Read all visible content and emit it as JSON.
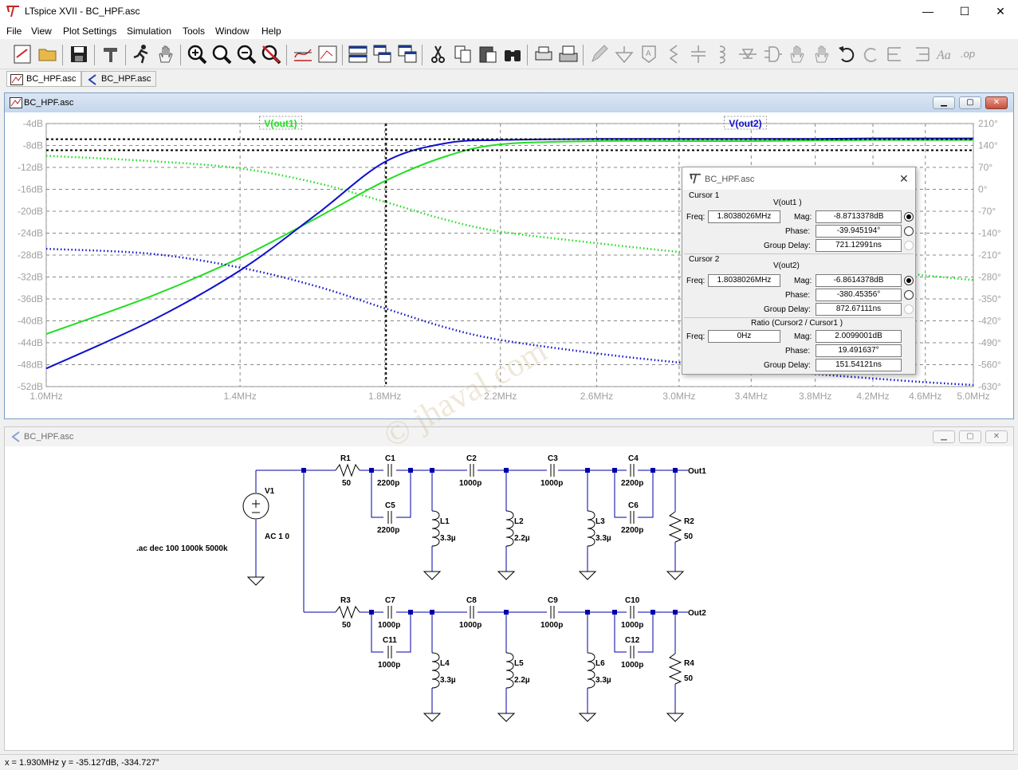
{
  "window": {
    "title": "LTspice XVII - BC_HPF.asc",
    "minimize": "—",
    "maximize": "☐",
    "close": "✕"
  },
  "menu": [
    "File",
    "View",
    "Plot Settings",
    "Simulation",
    "Tools",
    "Window",
    "Help"
  ],
  "tabs": [
    {
      "label": "BC_HPF.asc",
      "icon": "waveform-icon"
    },
    {
      "label": "BC_HPF.asc",
      "icon": "schematic-icon"
    }
  ],
  "plot_window": {
    "title": "BC_HPF.asc"
  },
  "schematic_window": {
    "title": "BC_HPF.asc"
  },
  "chart_data": {
    "type": "line",
    "x_ticks": [
      "1.0MHz",
      "1.4MHz",
      "1.8MHz",
      "2.2MHz",
      "2.6MHz",
      "3.0MHz",
      "3.4MHz",
      "3.8MHz",
      "4.2MHz",
      "4.6MHz",
      "5.0MHz"
    ],
    "x_range_mhz": [
      1.0,
      5.0
    ],
    "y_left_ticks": [
      "-4dB",
      "-8dB",
      "-12dB",
      "-16dB",
      "-20dB",
      "-24dB",
      "-28dB",
      "-32dB",
      "-36dB",
      "-40dB",
      "-44dB",
      "-48dB",
      "-52dB"
    ],
    "y_left_range_db": [
      -52,
      -4
    ],
    "y_right_ticks": [
      "210°",
      "140°",
      "70°",
      "0°",
      "-70°",
      "-140°",
      "-210°",
      "-280°",
      "-350°",
      "-420°",
      "-490°",
      "-560°",
      "-630°"
    ],
    "y_right_range_deg": [
      -630,
      210
    ],
    "grid": true,
    "x_log": true,
    "series": [
      {
        "name": "V(out1)",
        "color": "#22dd22",
        "mag_db": [
          [
            1.0,
            -42.4
          ],
          [
            1.2,
            -35.5
          ],
          [
            1.4,
            -28.5
          ],
          [
            1.6,
            -21.2
          ],
          [
            1.8,
            -14.5
          ],
          [
            2.0,
            -10.0
          ],
          [
            2.2,
            -7.8
          ],
          [
            2.6,
            -7.2
          ],
          [
            3.0,
            -7.2
          ],
          [
            3.4,
            -7.2
          ],
          [
            3.8,
            -7.1
          ],
          [
            4.2,
            -7.0
          ],
          [
            4.6,
            -7.0
          ],
          [
            5.0,
            -7.0
          ]
        ],
        "phase_deg": [
          [
            1.0,
            107
          ],
          [
            1.2,
            90
          ],
          [
            1.4,
            67
          ],
          [
            1.6,
            20
          ],
          [
            1.8,
            -40
          ],
          [
            2.0,
            -97
          ],
          [
            2.2,
            -135
          ],
          [
            2.6,
            -172
          ],
          [
            3.0,
            -200
          ],
          [
            3.4,
            -221
          ],
          [
            3.8,
            -241
          ],
          [
            4.2,
            -259
          ],
          [
            4.6,
            -275
          ],
          [
            5.0,
            -290
          ]
        ]
      },
      {
        "name": "V(out2)",
        "color": "#1010cc",
        "mag_db": [
          [
            1.0,
            -48.7
          ],
          [
            1.2,
            -40.0
          ],
          [
            1.4,
            -30.8
          ],
          [
            1.6,
            -20.5
          ],
          [
            1.8,
            -11.0
          ],
          [
            2.0,
            -7.6
          ],
          [
            2.2,
            -7.0
          ],
          [
            2.6,
            -6.8
          ],
          [
            3.0,
            -6.8
          ],
          [
            3.4,
            -6.8
          ],
          [
            3.8,
            -6.8
          ],
          [
            4.2,
            -6.7
          ],
          [
            4.6,
            -6.7
          ],
          [
            5.0,
            -6.7
          ]
        ],
        "phase_deg": [
          [
            1.0,
            -190
          ],
          [
            1.2,
            -206
          ],
          [
            1.4,
            -250
          ],
          [
            1.6,
            -310
          ],
          [
            1.8,
            -380
          ],
          [
            2.0,
            -441
          ],
          [
            2.2,
            -481
          ],
          [
            2.6,
            -524
          ],
          [
            3.0,
            -553
          ],
          [
            3.4,
            -573
          ],
          [
            3.8,
            -590
          ],
          [
            4.2,
            -604
          ],
          [
            4.6,
            -616
          ],
          [
            5.0,
            -625
          ]
        ]
      }
    ],
    "cursor_x_mhz": 1.8038,
    "cursor_levels_db": [
      -8.87,
      -6.86
    ]
  },
  "cursor_dialog": {
    "title": "BC_HPF.asc",
    "cursor1": {
      "header": "Cursor 1",
      "trace": "V(out1 )",
      "freq": "1.8038026MHz",
      "mag": "-8.8713378dB",
      "phase": "-39.945194°",
      "group_delay": "721.12991ns"
    },
    "cursor2": {
      "header": "Cursor 2",
      "trace": "V(out2)",
      "freq": "1.8038026MHz",
      "mag": "-6.8614378dB",
      "phase": "-380.45356°",
      "group_delay": "872.67111ns"
    },
    "ratio": {
      "header": "Ratio (Cursor2 / Cursor1 )",
      "freq": "0Hz",
      "mag": "2.0099001dB",
      "phase": "19.491637°",
      "group_delay": "151.54121ns"
    },
    "labels": {
      "freq": "Freq:",
      "mag": "Mag:",
      "phase": "Phase:",
      "group_delay": "Group Delay:"
    }
  },
  "watermark": "© jhaval.com",
  "schematic": {
    "directive": ".ac dec 100 1000k 5000k",
    "source": {
      "name": "V1",
      "value": "AC 1 0"
    },
    "nets": [
      "Out1",
      "Out2"
    ],
    "row1": {
      "R1": [
        "R1",
        "50"
      ],
      "C1": [
        "C1",
        "2200p"
      ],
      "C5": [
        "C5",
        "2200p"
      ],
      "L1": [
        "L1",
        "3.3µ"
      ],
      "C2": [
        "C2",
        "1000p"
      ],
      "L2": [
        "L2",
        "2.2µ"
      ],
      "C3": [
        "C3",
        "1000p"
      ],
      "L3": [
        "L3",
        "3.3µ"
      ],
      "C4": [
        "C4",
        "2200p"
      ],
      "C6": [
        "C6",
        "2200p"
      ],
      "R2": [
        "R2",
        "50"
      ]
    },
    "row2": {
      "R3": [
        "R3",
        "50"
      ],
      "C7": [
        "C7",
        "1000p"
      ],
      "C11": [
        "C11",
        "1000p"
      ],
      "L4": [
        "L4",
        "3.3µ"
      ],
      "C8": [
        "C8",
        "1000p"
      ],
      "L5": [
        "L5",
        "2.2µ"
      ],
      "C9": [
        "C9",
        "1000p"
      ],
      "L6": [
        "L6",
        "3.3µ"
      ],
      "C10": [
        "C10",
        "1000p"
      ],
      "C12": [
        "C12",
        "1000p"
      ],
      "R4": [
        "R4",
        "50"
      ]
    }
  },
  "status": "x = 1.930MHz   y = -35.127dB, -334.727°"
}
